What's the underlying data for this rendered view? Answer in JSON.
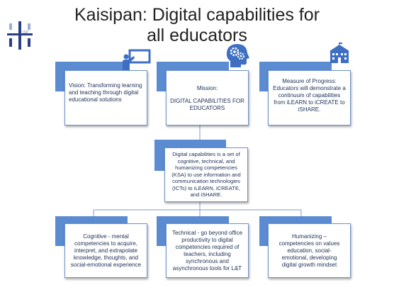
{
  "title_line1": "Kaisipan: Digital capabilities for",
  "title_line2": "all educators",
  "logo_text": "ISP",
  "vision": "Vision: Transforming learning and teaching through digital educational solutions",
  "mission_label": "Mission:",
  "mission_text": "DIGITAL CAPABILITIES FOR EDUCATORS",
  "progress": "Measure of Progress: Educators will demonstrate a continuum of capabilities from iLEARN  to iCREATE to iSHARE.",
  "definition": "Digital capabilities is a set of cognitive, technical, and humanizing competencies (KSA) to use information and communication technologies (ICTs) to iLEARN, iCREATE, and iSHARE.",
  "cognitive": "Cognitive - mental competencies to acquire, interpret, and extrapolate knowledge, thoughts, and social-emotional experience",
  "technical": "Technical - go beyond office productivity to digital competencies required of teachers, including synchronous and asynchronous tools for L&T",
  "humanizing": "Humanizing – competencies on values education, social-emotional, developing digital growth mindset",
  "colors": {
    "tile": "#5b8bd0",
    "border": "#6f93c9",
    "text": "#1d2f55",
    "icon": "#3f6fc2",
    "connector": "#7f9bcc"
  }
}
